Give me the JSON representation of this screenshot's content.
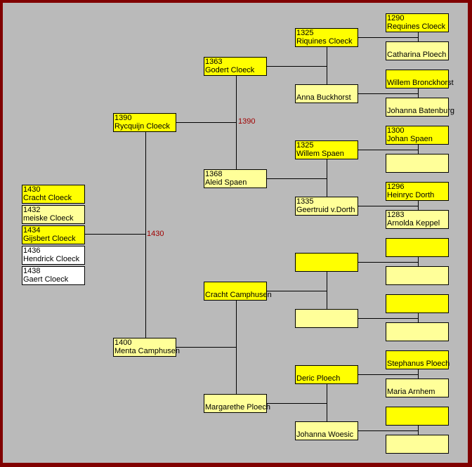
{
  "colors": {
    "border": "#800000",
    "male": "#ffff00",
    "female": "#ffff99",
    "child": "#ffffff",
    "marriage_label": "#a00000"
  },
  "children": [
    {
      "year": "1430",
      "name": "Cracht Cloeck",
      "kind": "male"
    },
    {
      "year": "1432",
      "name": "meiske Cloeck",
      "kind": "female"
    },
    {
      "year": "1434",
      "name": "Gijsbert Cloeck",
      "kind": "male"
    },
    {
      "year": "1436",
      "name": "Hendrick Cloeck",
      "kind": "child"
    },
    {
      "year": "1438",
      "name": "Gaert Cloeck",
      "kind": "child"
    }
  ],
  "parents": [
    {
      "year": "1390",
      "name": "Rycquijn Cloeck",
      "kind": "male"
    },
    {
      "year": "1400",
      "name": "Menta Camphusen",
      "kind": "female"
    }
  ],
  "parents_marriage": "1430",
  "grandparents": [
    {
      "year": "1363",
      "name": "Godert Cloeck",
      "kind": "male"
    },
    {
      "year": "1368",
      "name": "Aleid Spaen",
      "kind": "female"
    },
    {
      "year": "",
      "name": "Cracht Camphusen",
      "kind": "male"
    },
    {
      "year": "",
      "name": "Margarethe Ploech",
      "kind": "female"
    }
  ],
  "grandparents_marriages": [
    "1390",
    ""
  ],
  "great_grandparents": [
    {
      "year": "1325",
      "name": "Riquines Cloeck",
      "kind": "male"
    },
    {
      "year": "",
      "name": "Anna Buckhorst",
      "kind": "female"
    },
    {
      "year": "1325",
      "name": "Willem Spaen",
      "kind": "male"
    },
    {
      "year": "1335",
      "name": "Geertruid v.Dorth",
      "kind": "female"
    },
    {
      "year": "",
      "name": "",
      "kind": "male"
    },
    {
      "year": "",
      "name": "",
      "kind": "female"
    },
    {
      "year": "",
      "name": "Deric Ploech",
      "kind": "male"
    },
    {
      "year": "",
      "name": "Johanna Woesic",
      "kind": "female"
    }
  ],
  "gg_grandparents": [
    {
      "year": "1290",
      "name": "Requines Cloeck",
      "kind": "male"
    },
    {
      "year": "",
      "name": "Catharina Ploech",
      "kind": "female"
    },
    {
      "year": "",
      "name": "Willem Bronckhorst",
      "kind": "male"
    },
    {
      "year": "",
      "name": "Johanna Batenburg",
      "kind": "female"
    },
    {
      "year": "1300",
      "name": "Johan Spaen",
      "kind": "male"
    },
    {
      "year": "",
      "name": "",
      "kind": "female"
    },
    {
      "year": "1296",
      "name": "Heinryc Dorth",
      "kind": "male"
    },
    {
      "year": "1283",
      "name": "Arnolda Keppel",
      "kind": "female"
    },
    {
      "year": "",
      "name": "",
      "kind": "male"
    },
    {
      "year": "",
      "name": "",
      "kind": "female"
    },
    {
      "year": "",
      "name": "",
      "kind": "male"
    },
    {
      "year": "",
      "name": "",
      "kind": "female"
    },
    {
      "year": "",
      "name": "Stephanus Ploech",
      "kind": "male"
    },
    {
      "year": "",
      "name": "Maria Arnhem",
      "kind": "female"
    },
    {
      "year": "",
      "name": "",
      "kind": "male"
    },
    {
      "year": "",
      "name": "",
      "kind": "female"
    }
  ]
}
